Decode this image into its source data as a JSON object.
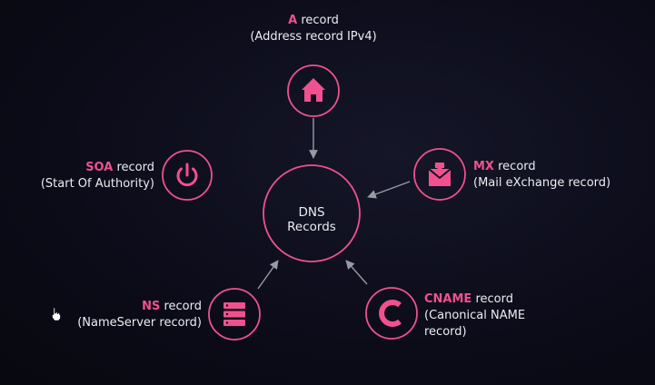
{
  "diagram": {
    "center": {
      "label": "DNS Records"
    },
    "nodes": {
      "a": {
        "type": "A",
        "suffix": "record",
        "description": "(Address record IPv4)",
        "icon": "home-icon"
      },
      "soa": {
        "type": "SOA",
        "suffix": "record",
        "description": "(Start Of Authority)",
        "icon": "power-icon"
      },
      "mx": {
        "type": "MX",
        "suffix": "record",
        "description": "(Mail eXchange record)",
        "icon": "mail-icon"
      },
      "ns": {
        "type": "NS",
        "suffix": "record",
        "description": "(NameServer record)",
        "icon": "server-icon"
      },
      "cname": {
        "type": "CNAME",
        "suffix": "record",
        "description_line1": "(Canonical NAME",
        "description_line2": "record)",
        "icon": "letter-c-icon"
      }
    },
    "colors": {
      "accent": "#f0518e",
      "line": "#9a9aa6",
      "text": "#ececf2",
      "background": "#0c0c1a"
    }
  }
}
